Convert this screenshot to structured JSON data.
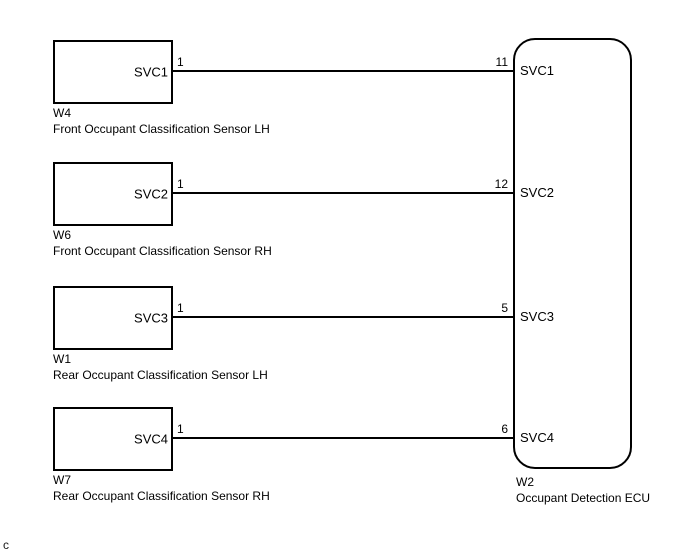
{
  "diagram": {
    "title_implicit": "Occupant Classification Sensor wiring diagram",
    "colors": {
      "background": "#ffffff",
      "line": "#000000",
      "text": "#000000"
    },
    "sensors": [
      {
        "code": "W4",
        "name": "Front Occupant Classification Sensor LH",
        "signal": "SVC1",
        "pin_sensor": "1",
        "pin_ecu": "11"
      },
      {
        "code": "W6",
        "name": "Front Occupant Classification Sensor RH",
        "signal": "SVC2",
        "pin_sensor": "1",
        "pin_ecu": "12"
      },
      {
        "code": "W1",
        "name": "Rear Occupant Classification Sensor LH",
        "signal": "SVC3",
        "pin_sensor": "1",
        "pin_ecu": "5"
      },
      {
        "code": "W7",
        "name": "Rear Occupant Classification Sensor RH",
        "signal": "SVC4",
        "pin_sensor": "1",
        "pin_ecu": "6"
      }
    ],
    "ecu": {
      "code": "W2",
      "name": "Occupant Detection ECU"
    },
    "page_marker": "c"
  }
}
